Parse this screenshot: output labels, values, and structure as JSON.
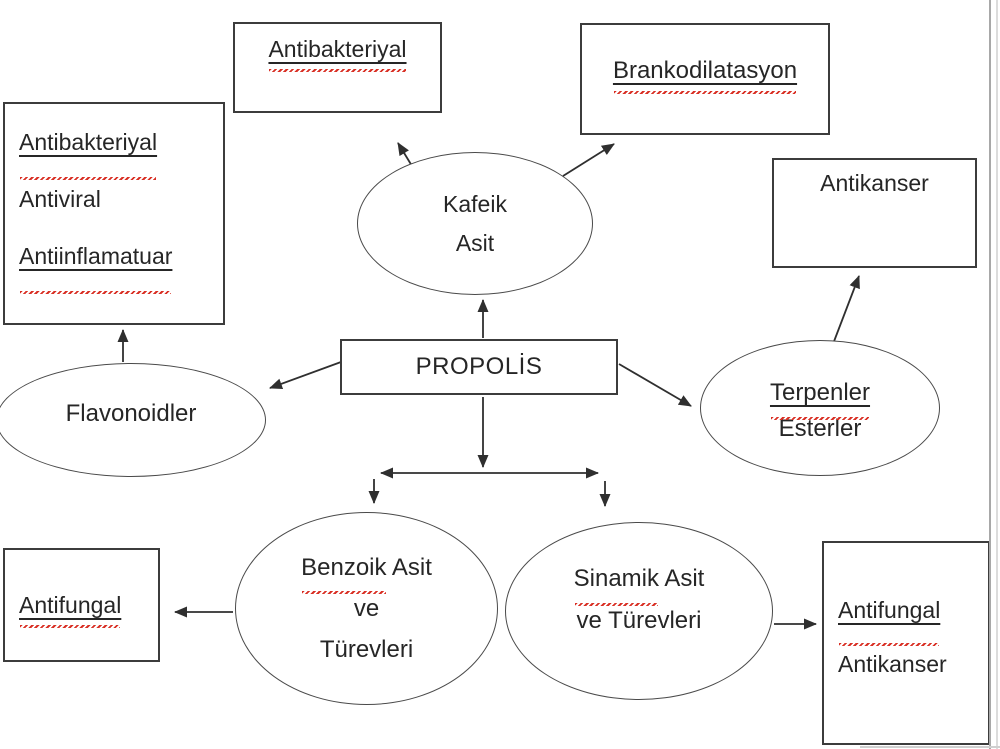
{
  "title": "PROPOLIS concept map",
  "colors": {
    "background": "#ffffff",
    "text": "#262626",
    "connector": "#2f2f2f",
    "spellcheck_squiggle": "#d93025",
    "page_edge": "#a8a8a8"
  },
  "nodes": {
    "propolis": {
      "shape": "rect",
      "lines": [
        {
          "text": "PROPOLİS"
        }
      ]
    },
    "kafeik": {
      "shape": "ellipse",
      "lines": [
        {
          "text": "Kafeik"
        },
        {
          "text": "Asit"
        }
      ]
    },
    "flavonoidler": {
      "shape": "ellipse",
      "lines": [
        {
          "text": "Flavonoidler"
        }
      ]
    },
    "terpenler": {
      "shape": "ellipse",
      "lines": [
        {
          "text": "Terpenler",
          "underline": true,
          "squiggle": true
        },
        {
          "text": "Esterler"
        }
      ]
    },
    "benzoik": {
      "shape": "ellipse",
      "lines": [
        {
          "parts": [
            {
              "text": "Benzoik",
              "squiggle": true
            },
            {
              "text": " Asit"
            }
          ]
        },
        {
          "text": "ve"
        },
        {
          "text": "Türevleri"
        }
      ]
    },
    "sinamik": {
      "shape": "ellipse",
      "lines": [
        {
          "parts": [
            {
              "text": "Sinamik",
              "squiggle": true
            },
            {
              "text": " Asit"
            }
          ]
        },
        {
          "text": "ve Türevleri"
        }
      ]
    },
    "antibakteriyal_top": {
      "shape": "rect",
      "lines": [
        {
          "text": "Antibakteriyal",
          "underline": true,
          "squiggle": true
        }
      ]
    },
    "brankodilatasyon": {
      "shape": "rect",
      "lines": [
        {
          "text": "Brankodilatasyon",
          "underline": true,
          "squiggle": true
        }
      ]
    },
    "left_multi": {
      "shape": "rect",
      "lines": [
        {
          "text": "Antibakteriyal",
          "underline": true,
          "squiggle": true
        },
        {
          "text": "Antiviral"
        },
        {
          "text": "Antiinflamatuar",
          "underline": true,
          "squiggle": true
        }
      ]
    },
    "antikanser_top": {
      "shape": "rect",
      "lines": [
        {
          "text": "Antikanser"
        }
      ]
    },
    "antifungal_left": {
      "shape": "rect",
      "lines": [
        {
          "text": "Antifungal",
          "underline": true,
          "squiggle": true
        }
      ]
    },
    "antifungal_antikanser": {
      "shape": "rect",
      "lines": [
        {
          "text": "Antifungal",
          "underline": true,
          "squiggle": true
        },
        {
          "text": "Antikanser"
        }
      ]
    }
  },
  "edges": [
    {
      "from": "PROPOLİS",
      "to": "Kafeik Asit"
    },
    {
      "from": "Kafeik Asit",
      "to": "Antibakteriyal"
    },
    {
      "from": "Kafeik Asit",
      "to": "Brankodilatasyon"
    },
    {
      "from": "PROPOLİS",
      "to": "Flavonoidler"
    },
    {
      "from": "Flavonoidler",
      "to": "Antibakteriyal Antiviral Antiinflamatuar"
    },
    {
      "from": "PROPOLİS",
      "to": "Terpenler Esterler"
    },
    {
      "from": "Terpenler Esterler",
      "to": "Antikanser"
    },
    {
      "from": "PROPOLİS",
      "to": "Benzoik Asit ve Türevleri"
    },
    {
      "from": "PROPOLİS",
      "to": "Sinamik Asit ve Türevleri"
    },
    {
      "from": "Benzoik Asit ve Türevleri",
      "to": "Antifungal"
    },
    {
      "from": "Sinamik Asit ve Türevleri",
      "to": "Antifungal Antikanser"
    }
  ]
}
